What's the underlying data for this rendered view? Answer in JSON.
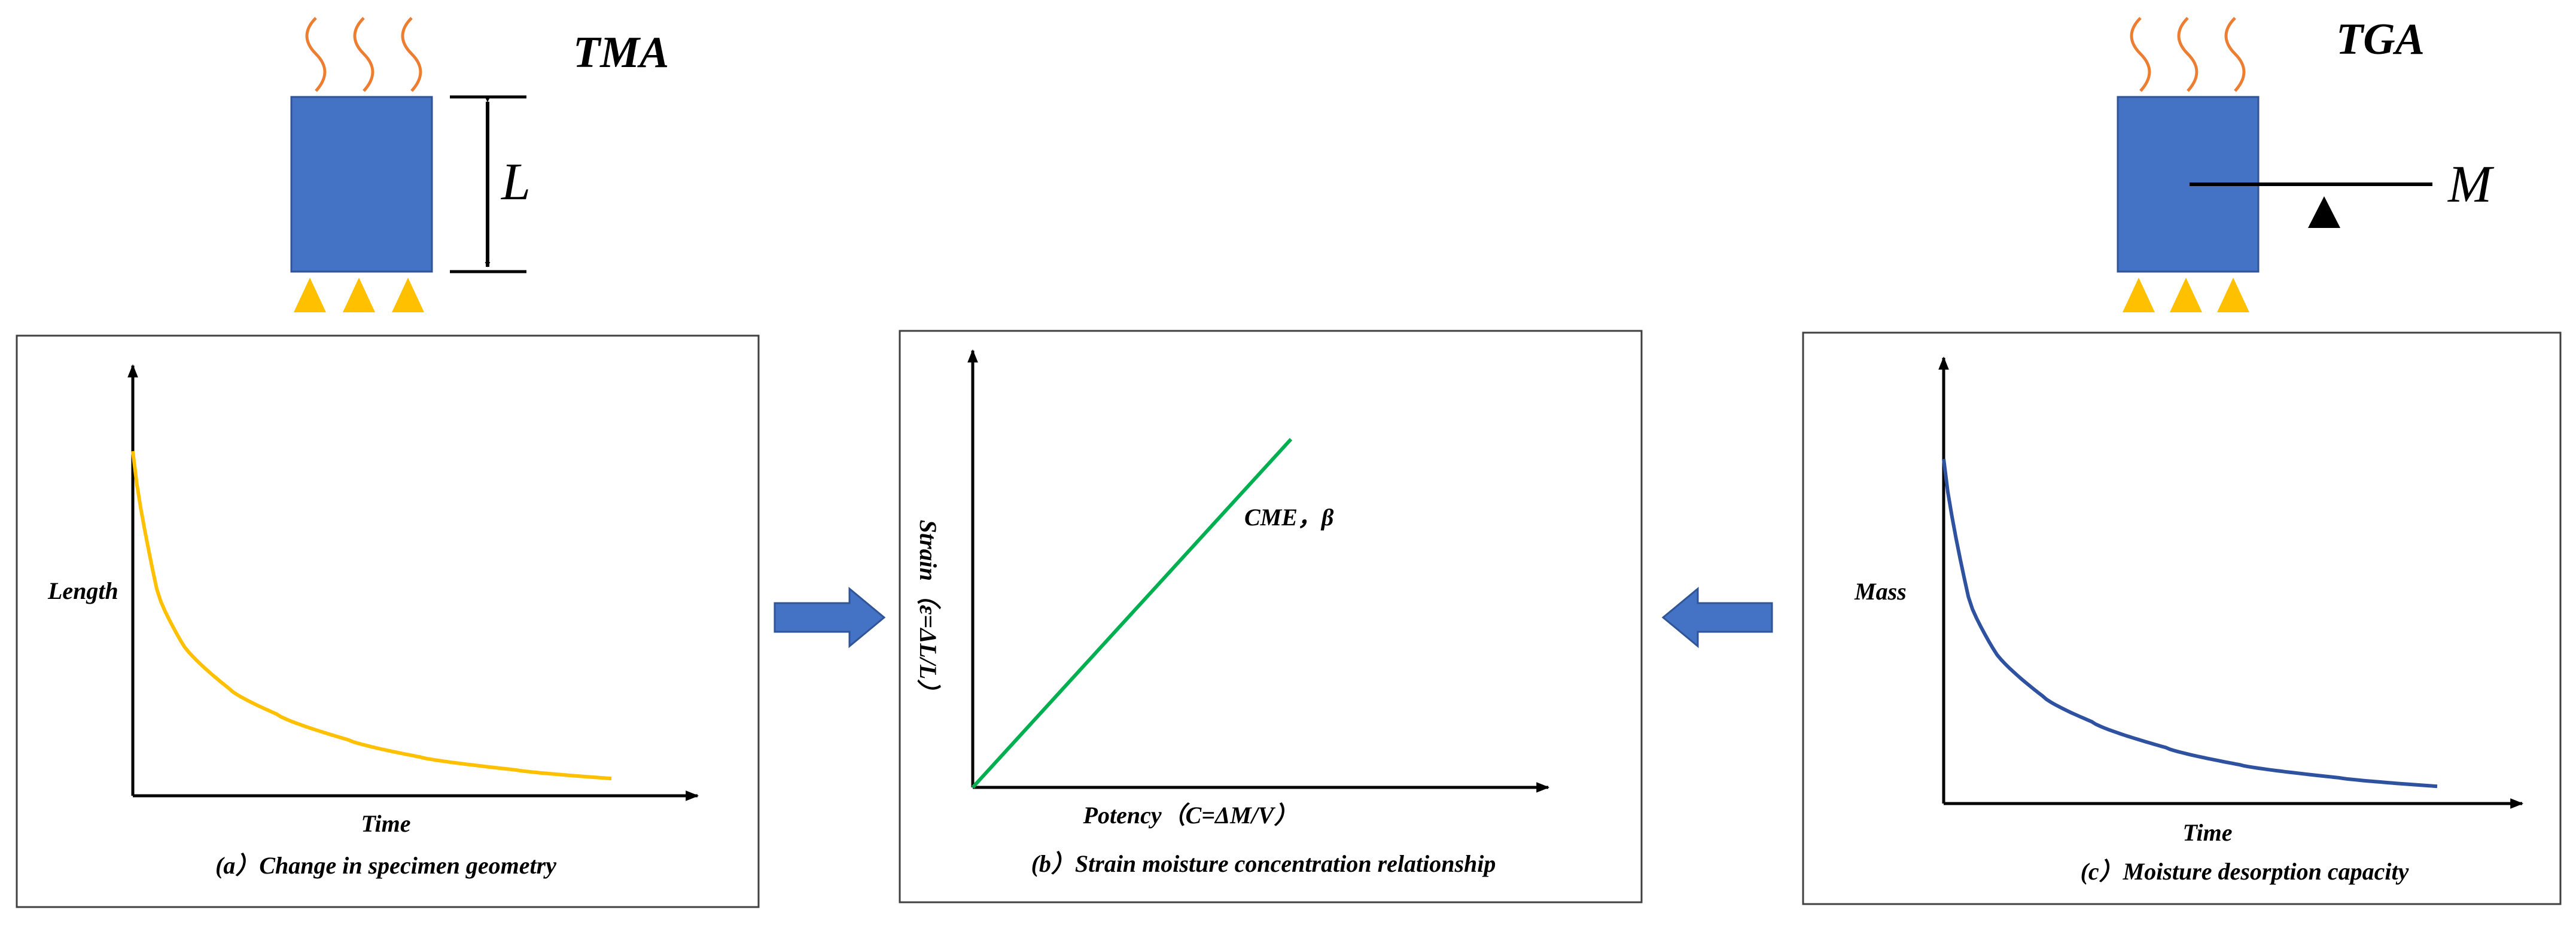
{
  "colors": {
    "specimen": "#4472C4",
    "heat": "#ED7D31",
    "support": "#FFC000",
    "tma_curve": "#FFC000",
    "tga_curve": "#2F52A0",
    "strain_line": "#00B050",
    "arrow": "#4472C4",
    "ink": "#000000"
  },
  "tma": {
    "title": "TMA",
    "dimension_label": "L"
  },
  "tga": {
    "title": "TGA",
    "mass_label": "M"
  },
  "panel_a": {
    "ylabel": "Length",
    "xlabel": "Time",
    "caption": "(a）Change in specimen geometry"
  },
  "panel_b": {
    "ylabel": "Strain（ε=ΔL/L）",
    "xlabel": "Potency（C=ΔM/V）",
    "line_label": "CME，β",
    "caption": "(b）Strain moisture concentration relationship"
  },
  "panel_c": {
    "ylabel": "Mass",
    "xlabel": "Time",
    "caption": "(c）Moisture desorption capacity"
  },
  "flow": {
    "left_arrow": "right-arrow-icon",
    "right_arrow": "left-arrow-icon"
  },
  "chart_data": [
    {
      "type": "line",
      "title": "(a）Change in specimen geometry",
      "xlabel": "Time",
      "ylabel": "Length",
      "series": [
        {
          "x": [
            0,
            0.05,
            0.1,
            0.2,
            0.3,
            0.45,
            0.6,
            0.8,
            1.0
          ],
          "y": [
            0.8,
            0.48,
            0.36,
            0.25,
            0.19,
            0.13,
            0.09,
            0.06,
            0.04
          ]
        }
      ],
      "grid": false
    },
    {
      "type": "line",
      "title": "(b）Strain moisture concentration relationship",
      "xlabel": "Potency（C=ΔM/V）",
      "ylabel": "Strain（ε=ΔL/L）",
      "series": [
        {
          "name": "CME，β",
          "x": [
            0,
            0.55
          ],
          "y": [
            0,
            0.8
          ]
        }
      ],
      "grid": false
    },
    {
      "type": "line",
      "title": "(c）Moisture desorption capacity",
      "xlabel": "Time",
      "ylabel": "Mass",
      "series": [
        {
          "x": [
            0,
            0.05,
            0.1,
            0.2,
            0.3,
            0.45,
            0.6,
            0.8,
            1.0
          ],
          "y": [
            0.8,
            0.48,
            0.36,
            0.25,
            0.19,
            0.13,
            0.09,
            0.06,
            0.04
          ]
        }
      ],
      "grid": false
    }
  ]
}
